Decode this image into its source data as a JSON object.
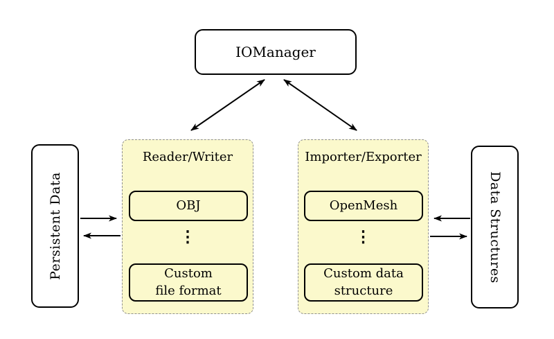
{
  "colors": {
    "group_fill": "#FBF9CC",
    "group_border": "#8f8f8f",
    "box_border": "#000000",
    "arrow": "#000000",
    "background": "#ffffff"
  },
  "io_manager": {
    "label": "IOManager"
  },
  "persistent_data": {
    "label": "Persistent Data"
  },
  "data_structures": {
    "label": "Data Structures"
  },
  "reader_writer": {
    "title": "Reader/Writer",
    "top_item": "OBJ",
    "ellipsis": "⋮",
    "bottom_item": "Custom\nfile format"
  },
  "importer_exporter": {
    "title": "Importer/Exporter",
    "top_item": "OpenMesh",
    "ellipsis": "⋮",
    "bottom_item": "Custom data\nstructure"
  }
}
